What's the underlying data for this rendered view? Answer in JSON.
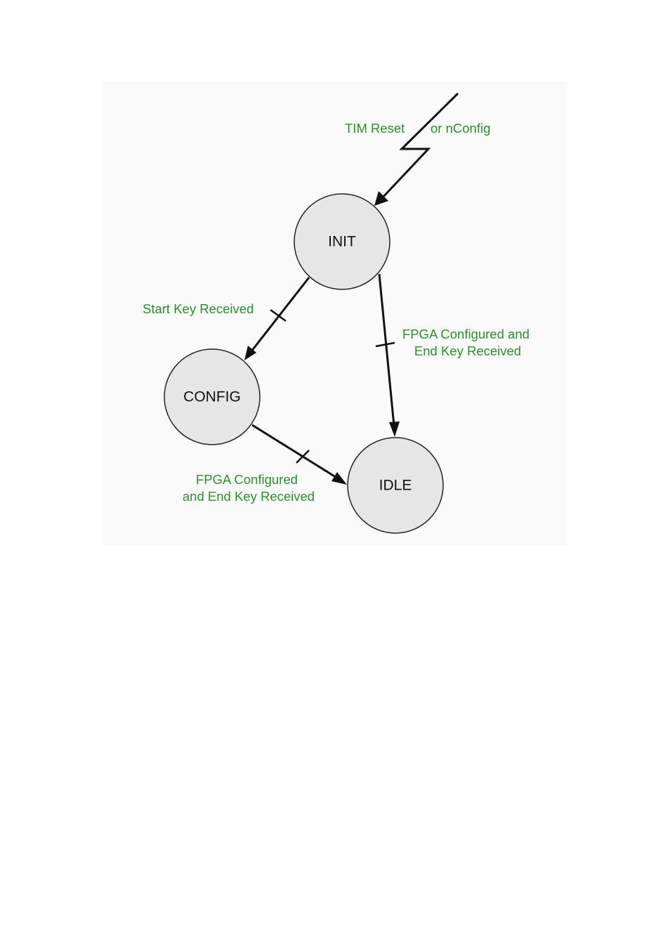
{
  "diagram": {
    "colors": {
      "panel_background": "#fafafa",
      "state_fill": "#e6e6e6",
      "state_stroke": "#222222",
      "arrow_stroke": "#111111",
      "label_text": "#2e8b2e"
    },
    "states": {
      "init": {
        "label": "INIT"
      },
      "config": {
        "label": "CONFIG"
      },
      "idle": {
        "label": "IDLE"
      }
    },
    "transitions": {
      "reset": {
        "label_left": "TIM Reset",
        "label_right": "or nConfig",
        "to": "INIT"
      },
      "init_to_config": {
        "label": "Start Key Received",
        "from": "INIT",
        "to": "CONFIG"
      },
      "init_to_idle": {
        "line1": "FPGA Configured and",
        "line2": "End Key Received",
        "from": "INIT",
        "to": "IDLE"
      },
      "config_to_idle": {
        "line1": "FPGA Configured",
        "line2": "and End Key Received",
        "from": "CONFIG",
        "to": "IDLE"
      }
    }
  }
}
